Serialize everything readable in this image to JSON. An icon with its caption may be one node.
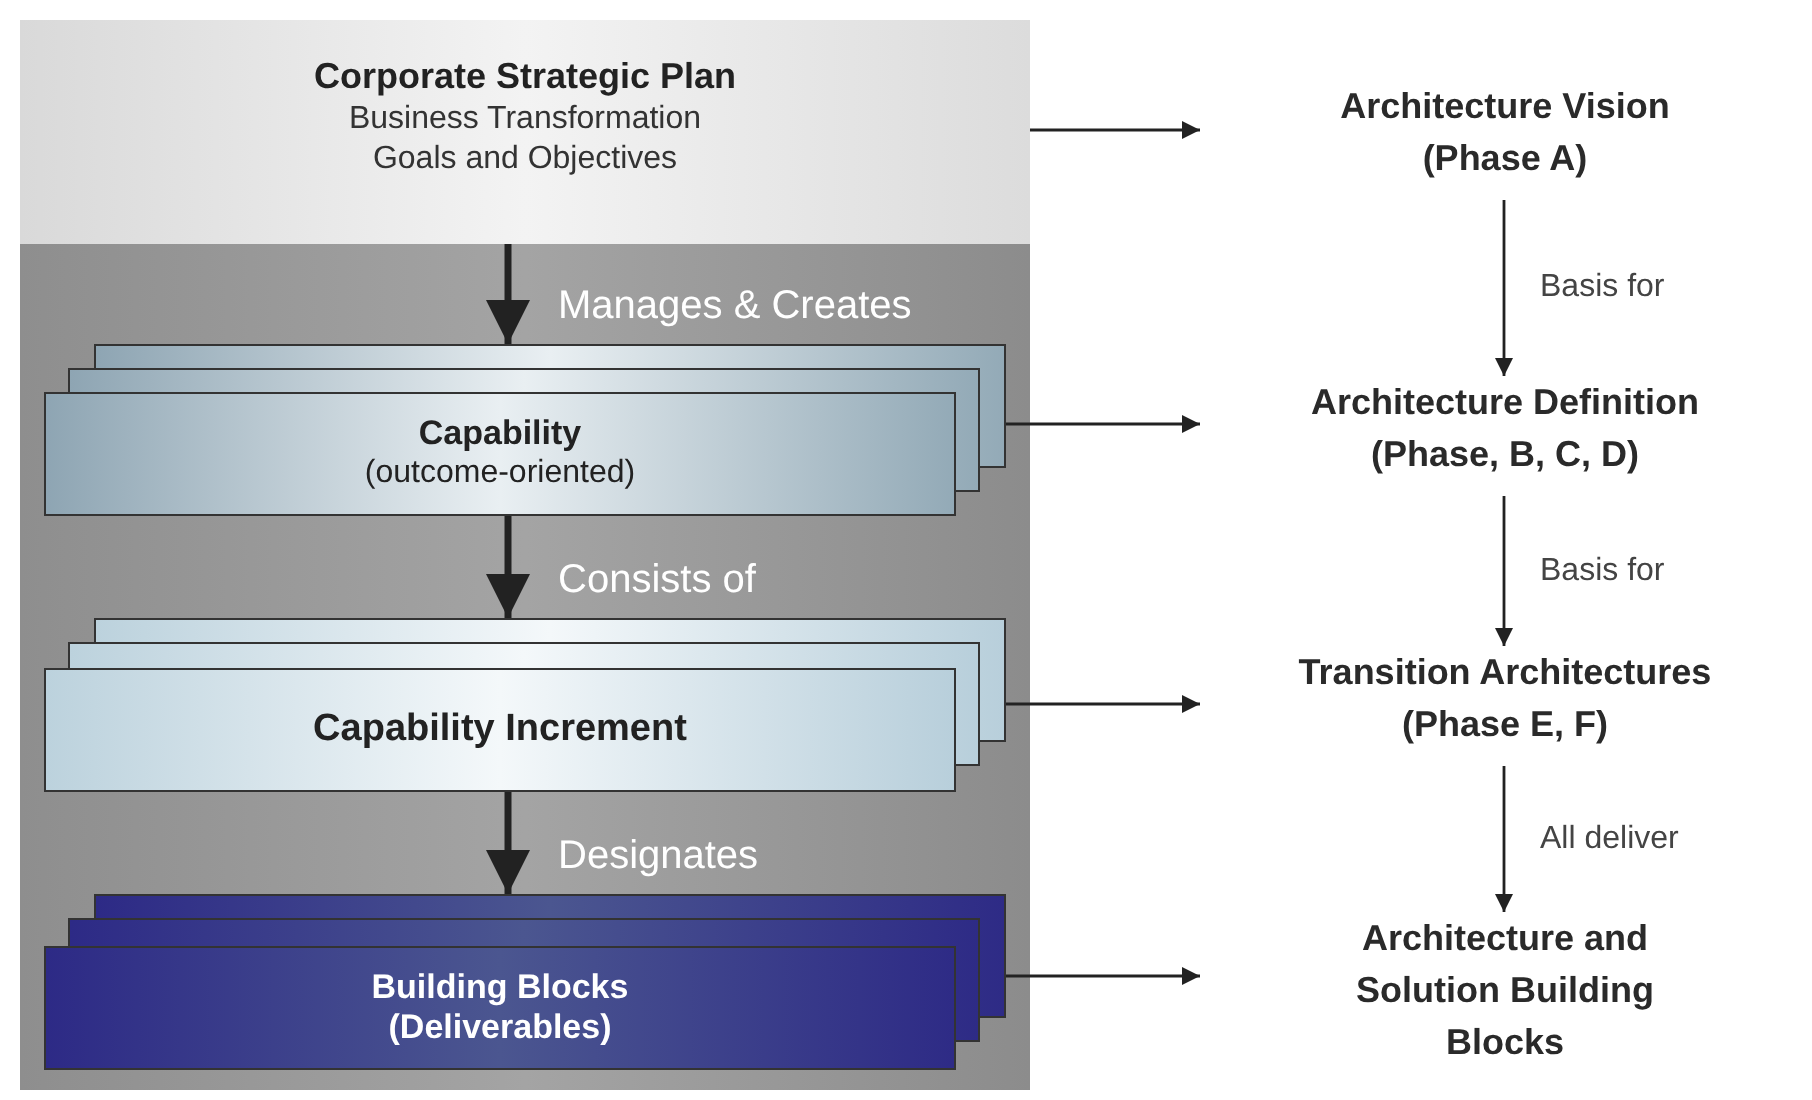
{
  "diagram": {
    "nodes": [
      {
        "text": [
          "Corporate Strategic Plan",
          "Business Transformation Goals and Objectives"
        ]
      },
      {
        "text": [
          "Capability",
          "(outcome-oriented)"
        ]
      },
      {
        "text": [
          "Capability Increment"
        ]
      },
      {
        "text": [
          "Building Blocks (Deliverables)"
        ]
      },
      {
        "text": [
          "Architecture Vision (Phase A)"
        ]
      },
      {
        "text": [
          "Architecture Definition (Phase, B, C, D)"
        ]
      },
      {
        "text": [
          "Transition Architectures (Phase E, F)"
        ]
      },
      {
        "text": [
          "Architecture and Solution Building Blocks"
        ]
      }
    ],
    "edges": [
      {
        "from": 0,
        "to": 1,
        "arrow": "to",
        "label": "Manages & Creates",
        "style": "thick"
      },
      {
        "from": 1,
        "to": 2,
        "arrow": "to",
        "label": "Consists of",
        "style": "thick"
      },
      {
        "from": 2,
        "to": 3,
        "arrow": "to",
        "label": "Designates",
        "style": "thick"
      },
      {
        "from": 0,
        "to": 4,
        "arrow": "to"
      },
      {
        "from": 1,
        "to": 5,
        "arrow": "to"
      },
      {
        "from": 2,
        "to": 6,
        "arrow": "to"
      },
      {
        "from": 3,
        "to": 7,
        "arrow": "to"
      },
      {
        "from": 4,
        "to": 5,
        "arrow": "to",
        "label": "Basis for"
      },
      {
        "from": 5,
        "to": 6,
        "arrow": "to",
        "label": "Basis for"
      },
      {
        "from": 6,
        "to": 7,
        "arrow": "to",
        "label": "All deliver"
      }
    ]
  }
}
